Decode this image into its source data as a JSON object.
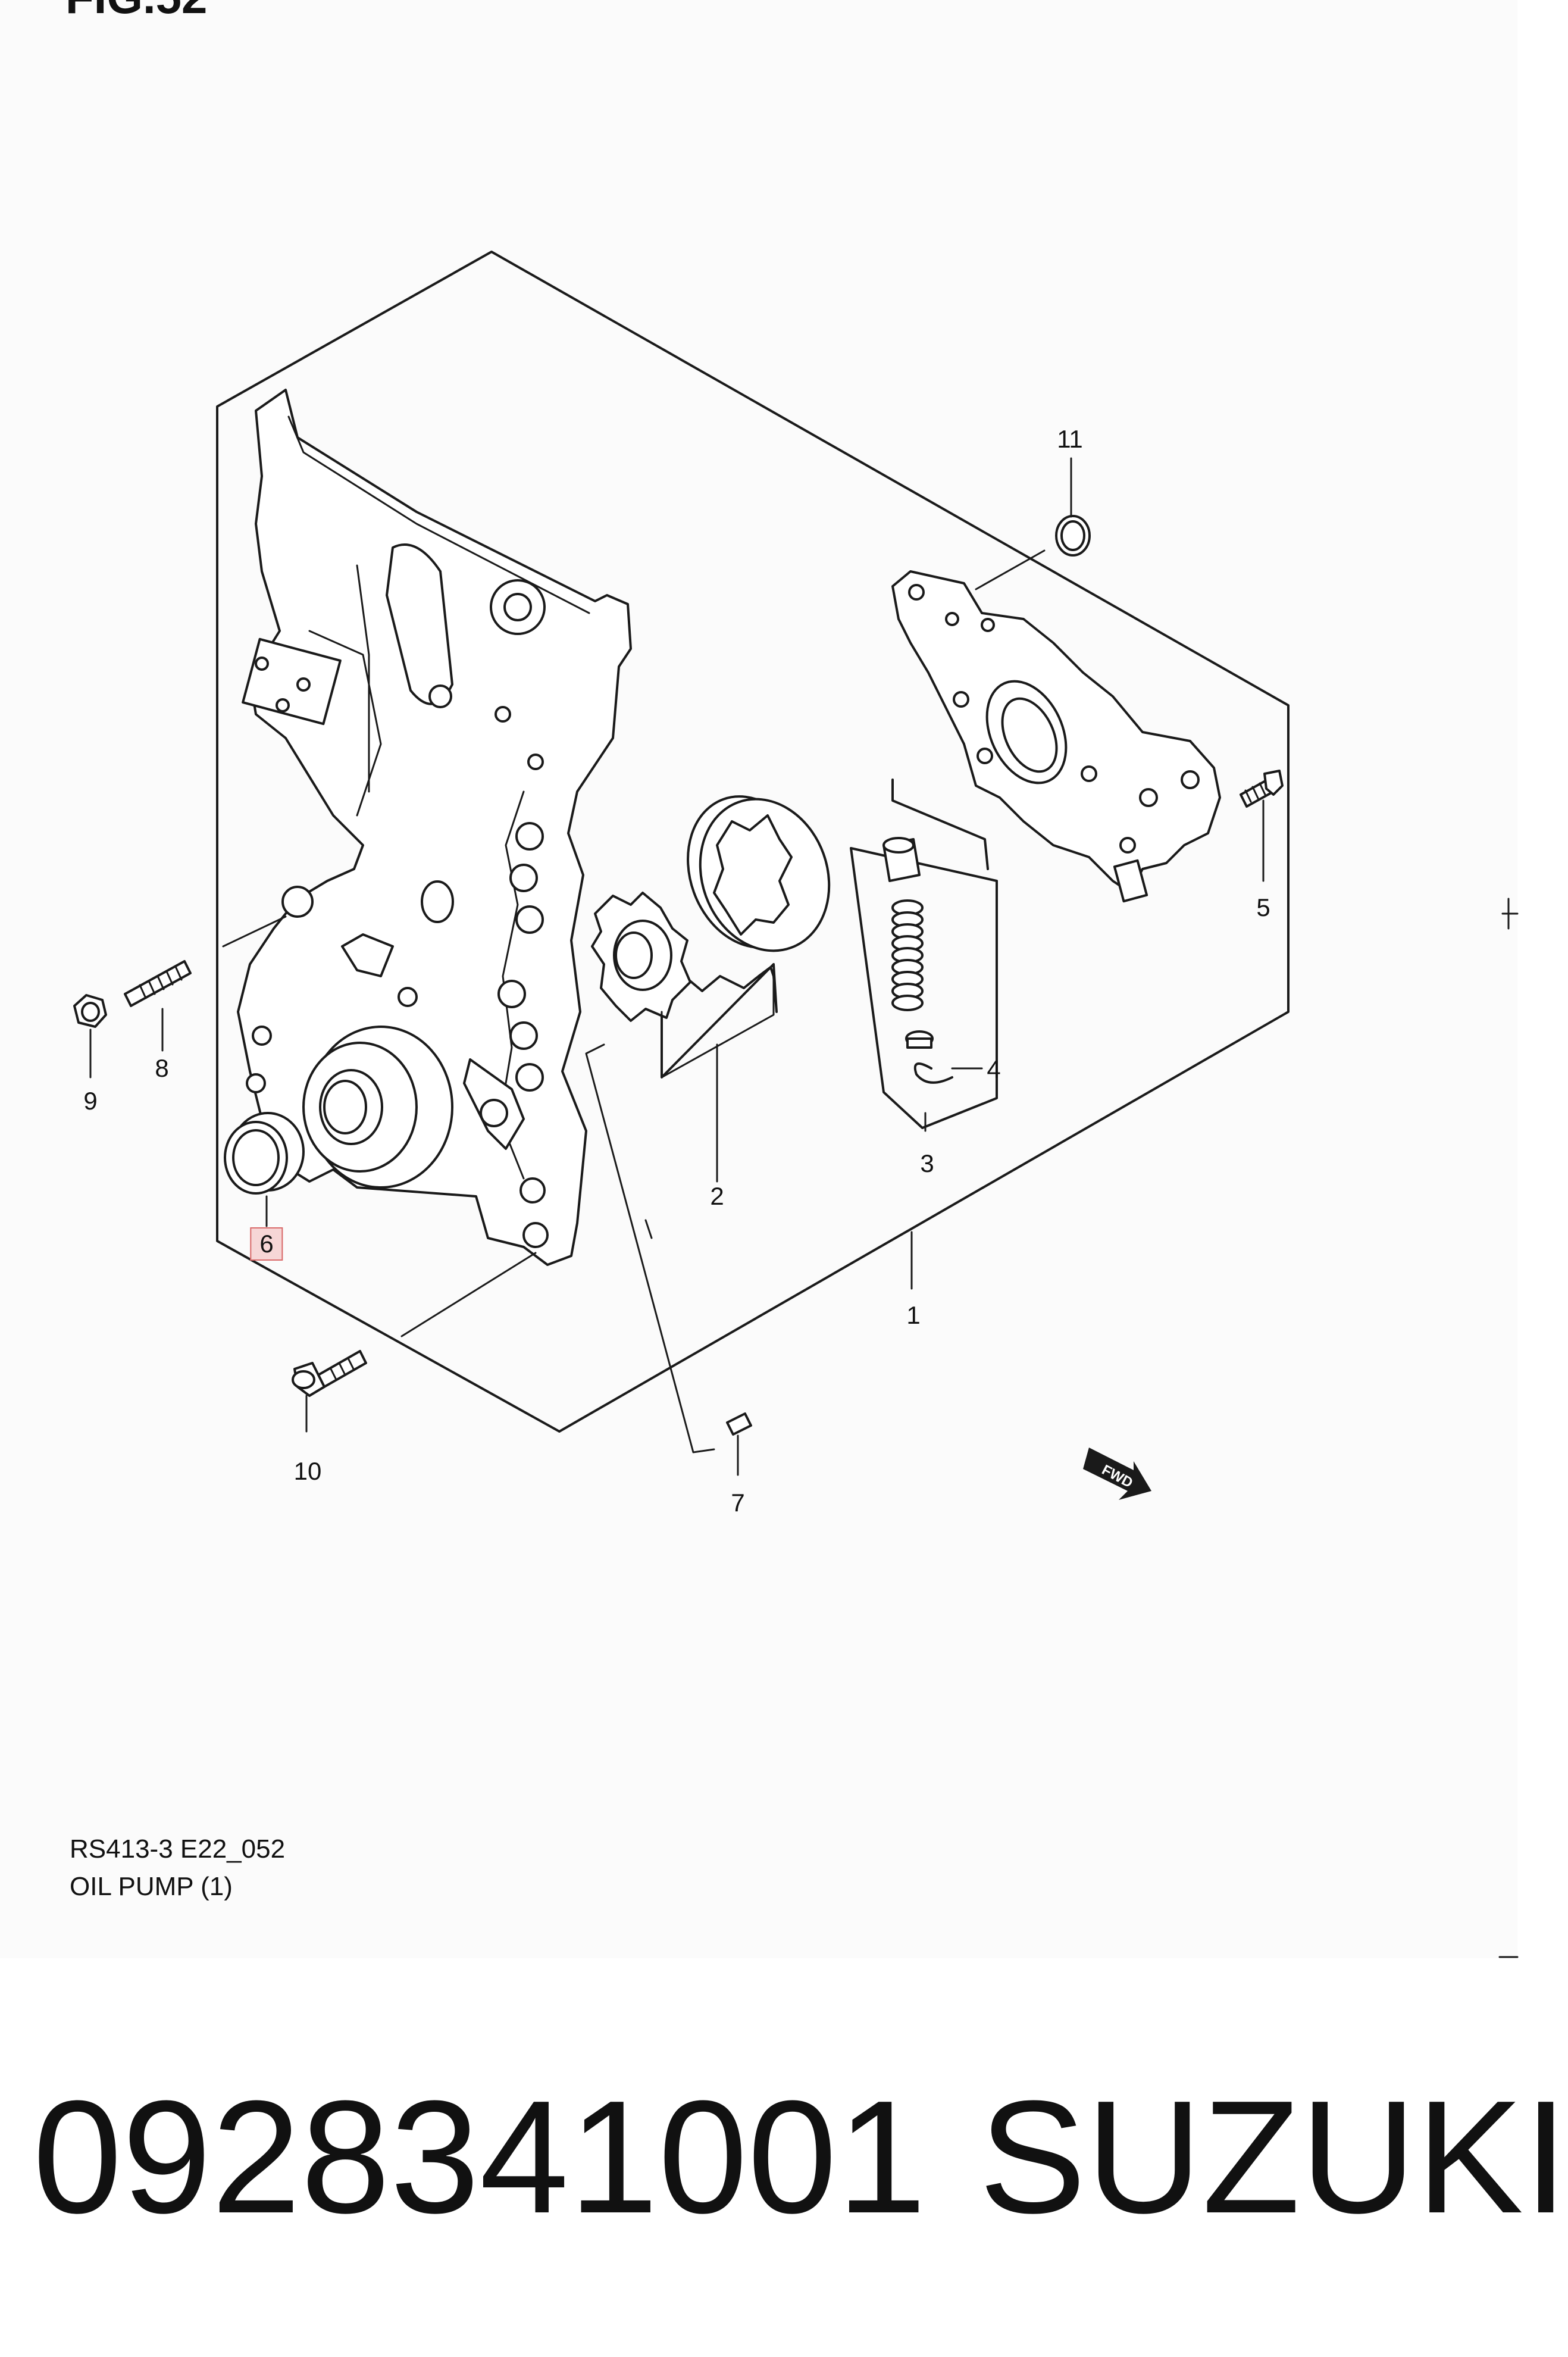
{
  "figure": {
    "title": "FIG.52",
    "caption_code": "RS413-3 E22_052",
    "caption_name": "OIL PUMP (1)"
  },
  "callouts": [
    "1",
    "2",
    "3",
    "4",
    "5",
    "6",
    "7",
    "8",
    "9",
    "10",
    "11"
  ],
  "direction_marker": {
    "label": "FWD",
    "icon": "fwd-arrow-icon"
  },
  "highlighted_callout": "6",
  "product": {
    "part_number": "0928341001",
    "brand": "SUZUKI"
  },
  "colors": {
    "highlight_fill": "#f6d6d6",
    "highlight_border": "#d96a6a",
    "line": "#1a1a1a"
  }
}
